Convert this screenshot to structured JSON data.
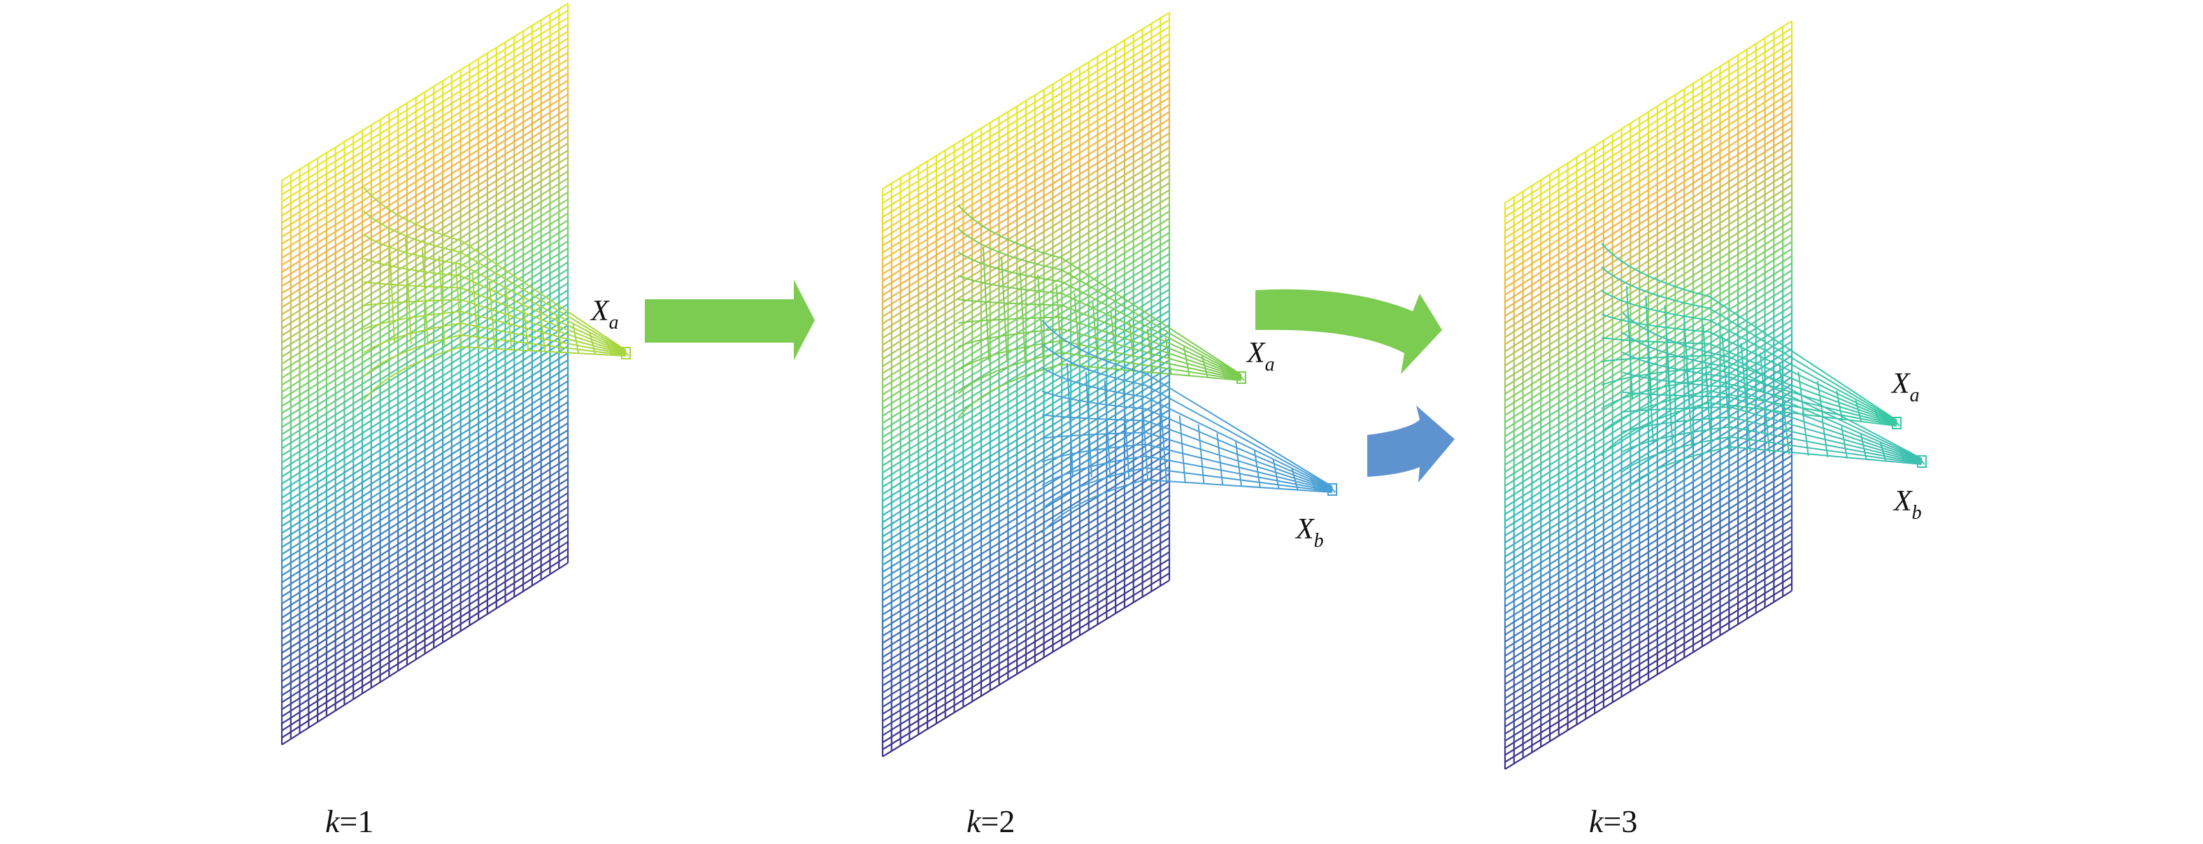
{
  "panels": [
    {
      "caption_var": "k",
      "caption_eq": "=",
      "caption_num": "1",
      "labels": [
        {
          "main": "X",
          "sub": "a"
        }
      ]
    },
    {
      "caption_var": "k",
      "caption_eq": "=",
      "caption_num": "2",
      "labels": [
        {
          "main": "X",
          "sub": "a"
        },
        {
          "main": "X",
          "sub": "b"
        }
      ]
    },
    {
      "caption_var": "k",
      "caption_eq": "=",
      "caption_num": "3",
      "labels": [
        {
          "main": "X",
          "sub": "a"
        },
        {
          "main": "X",
          "sub": "b"
        }
      ]
    }
  ],
  "colors": {
    "arrow_green": "#7ccc52",
    "arrow_blue": "#5e93cf",
    "mesh_top": "#e8e82a",
    "mesh_warm": "#f0a040",
    "mesh_mid": "#3fc0a8",
    "mesh_bottom": "#3a2f8a"
  }
}
